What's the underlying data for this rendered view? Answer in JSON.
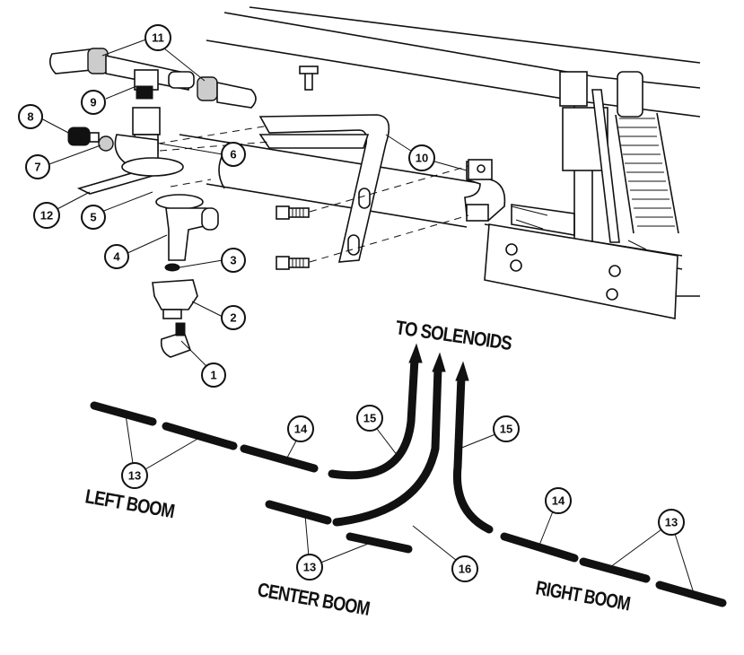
{
  "labels": {
    "to_solenoids": "TO SOLENOIDS",
    "left_boom": "LEFT BOOM",
    "center_boom": "CENTER BOOM",
    "right_boom": "RIGHT BOOM"
  },
  "callouts": {
    "c1": "1",
    "c2": "2",
    "c3": "3",
    "c4": "4",
    "c5": "5",
    "c6": "6",
    "c7": "7",
    "c8": "8",
    "c9": "9",
    "c10": "10",
    "c11": "11",
    "c12": "12",
    "c13a": "13",
    "c13b": "13",
    "c13c": "13",
    "c14a": "14",
    "c14b": "14",
    "c15a": "15",
    "c15b": "15",
    "c16": "16"
  }
}
